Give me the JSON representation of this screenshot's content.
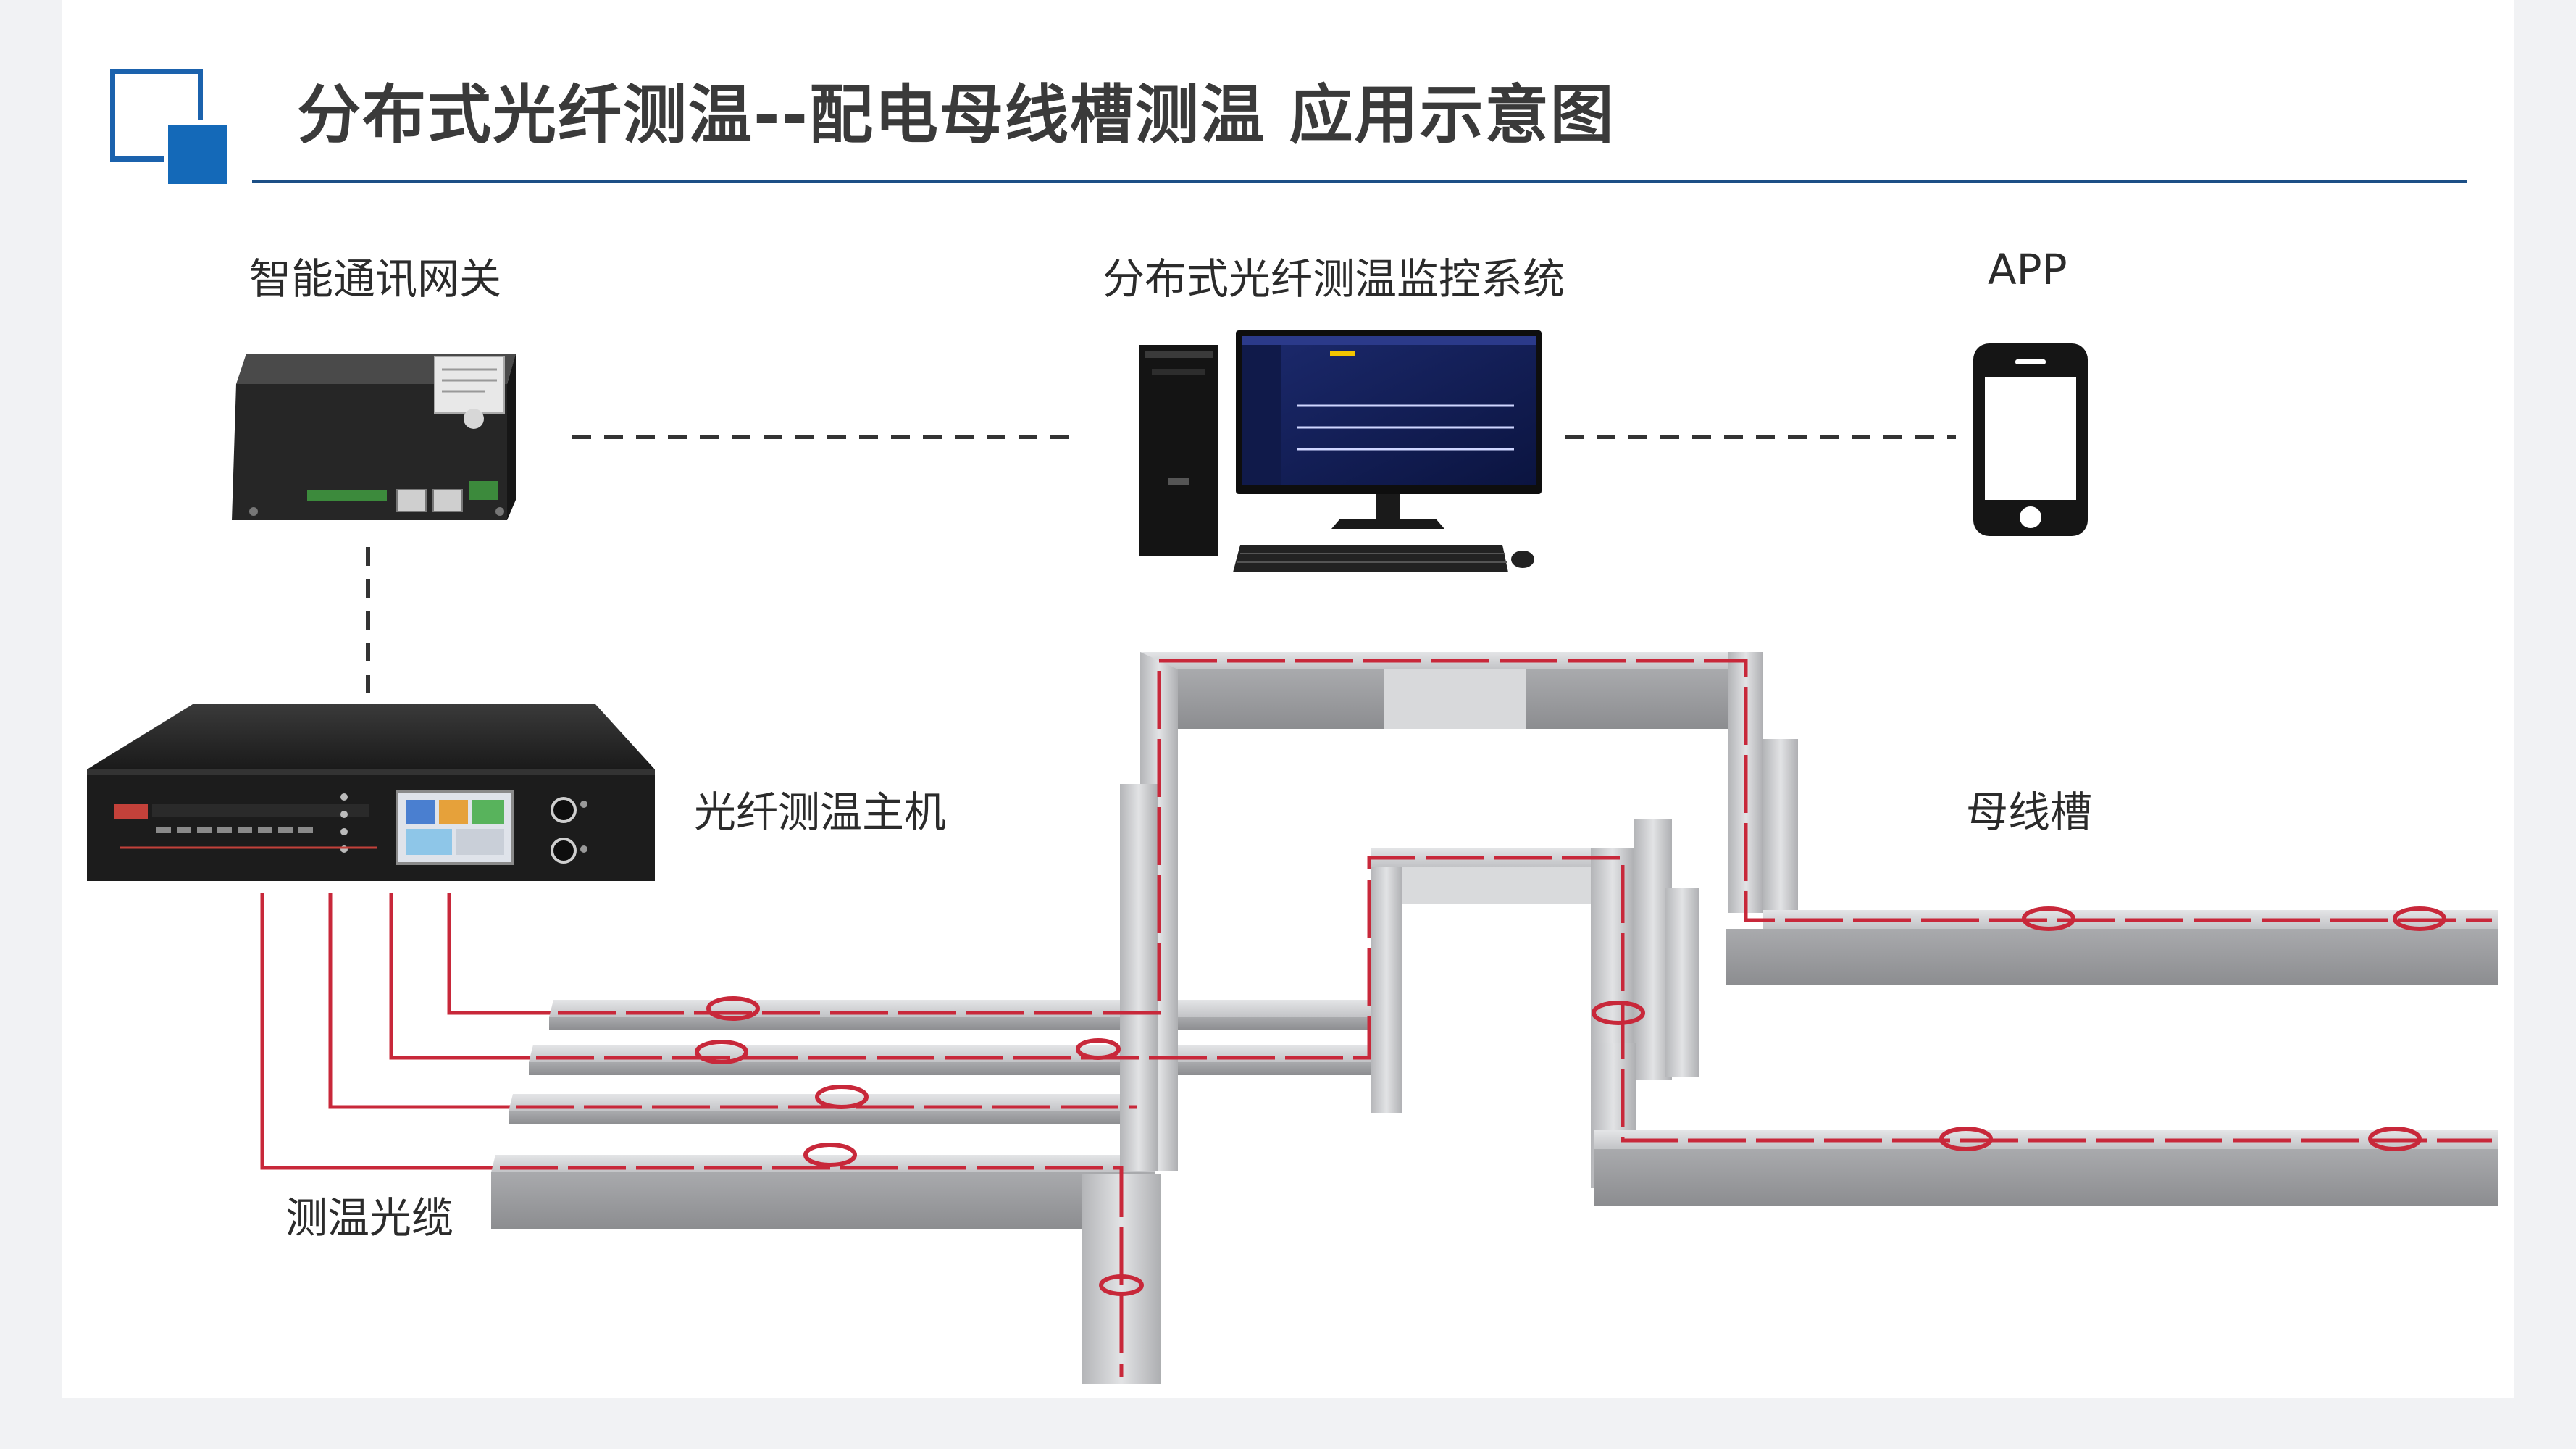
{
  "title": "分布式光纤测温--配电母线槽测温  应用示意图",
  "labels": {
    "gateway": "智能通讯网关",
    "monitor_system": "分布式光纤测温监控系统",
    "app": "APP",
    "host": "光纤测温主机",
    "busway": "母线槽",
    "cable": "测温光缆"
  },
  "colors": {
    "accent_blue": "#1469b8",
    "rule_navy": "#1c4f86",
    "fiber_red": "#c8283a",
    "busway_gray": "#c9cacc",
    "device_black": "#1e1e1e"
  },
  "icons": {
    "gateway": "gateway-device-icon",
    "computer": "desktop-computer-icon",
    "phone": "smartphone-icon",
    "host": "rack-host-icon"
  }
}
